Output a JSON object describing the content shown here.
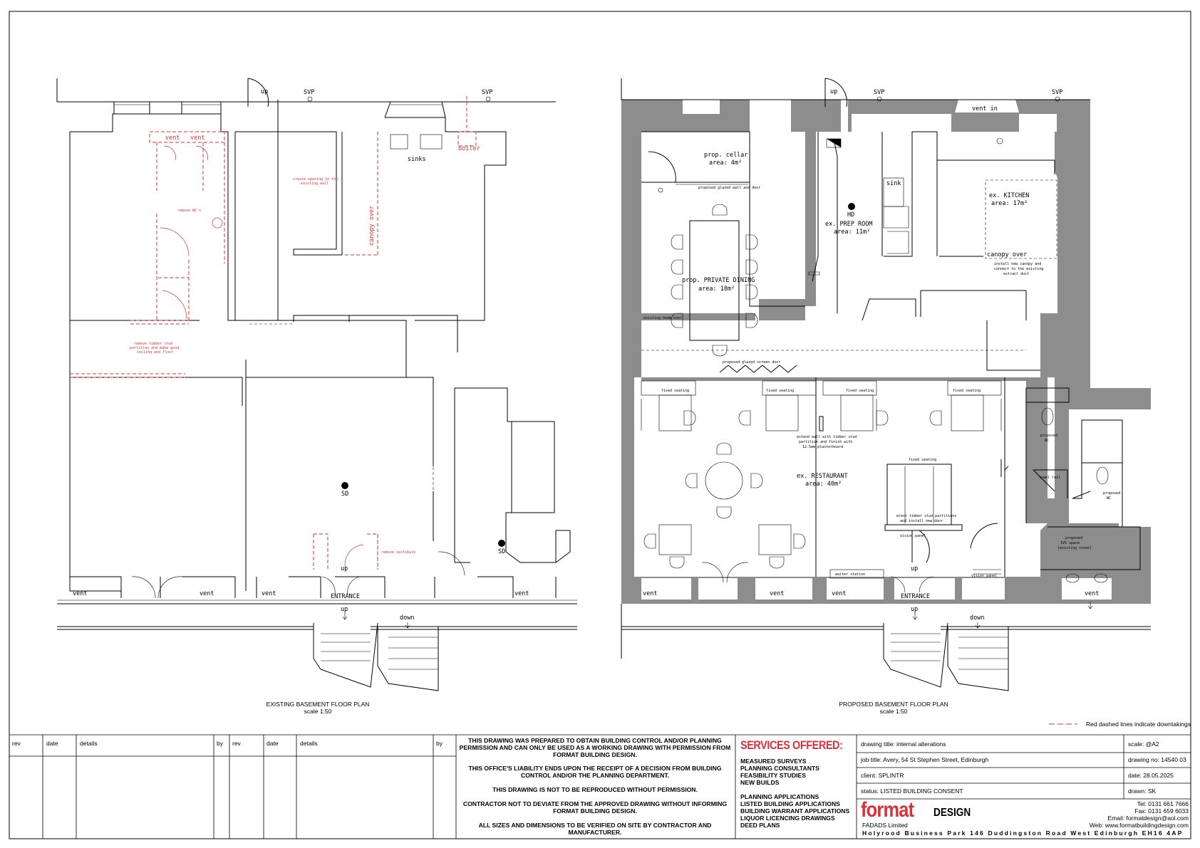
{
  "existing_plan": {
    "title": "EXISTING BASEMENT FLOOR PLAN",
    "scale": "scale 1:50",
    "labels": {
      "up_top": "up",
      "svp1": "SVP",
      "svp2": "SVP",
      "vent1": "vent",
      "vent2": "vent",
      "sinks": "sinks",
      "boiler": "boiler",
      "create_opening": [
        "create opening in the",
        "existing wall"
      ],
      "remove_wcs": "remove WC's",
      "canopy_over": "canopy over",
      "remove_partition": [
        "remove timber stud",
        "partition and make good",
        "ceiling and floor"
      ],
      "sd1": "SD",
      "sd2": "SD",
      "remove_vestibule": "remove vestibule",
      "up_entrance": "up",
      "entrance": "ENTRANCE",
      "vent_b1": "vent",
      "vent_b2": "vent",
      "vent_b3": "vent",
      "vent_b4": "vent",
      "stair_up": "up",
      "stair_down": "down"
    }
  },
  "proposed_plan": {
    "title": "PROPOSED BASEMENT FLOOR PLAN",
    "scale": "scale 1:50",
    "labels": {
      "up_top": "up",
      "svp1": "SVP",
      "svp2": "SVP",
      "vent_in": "vent in",
      "cellar": "prop. cellar",
      "cellar_area": "area: 4m²",
      "glazed_wall": "proposed glazed wall and door",
      "private_dining": "prop. PRIVATE DINING",
      "private_dining_area": "area: 18m²",
      "existing_beam": "existing beam over",
      "hd": "HD",
      "prep_room": "ex. PREP ROOM",
      "prep_room_area": "area: 11m²",
      "sink": "sink",
      "kitchen": "ex. KITCHEN",
      "kitchen_area": "area: 17m²",
      "canopy_over": "canopy over",
      "install_canopy": [
        "install new canopy and",
        "connect to the existing",
        "extract duct"
      ],
      "screen_door": "proposed glazed screen door",
      "fixed_seating_1": "fixed seating",
      "fixed_seating_2": "fixed seating",
      "fixed_seating_3": "fixed seating",
      "fixed_seating_4": "fixed seating",
      "fixed_seating_5": "fixed seating",
      "extend_wall": [
        "extend wall with timber stud",
        "partition and finish with",
        "12.5mm plasterboard"
      ],
      "restaurant": "ex. RESTAURANT",
      "restaurant_area": "area: 40m²",
      "erect_partitions": [
        "erect timber stud partitions",
        "and install new door"
      ],
      "vision_panel_1": "vision panel",
      "vision_panel_2": "vision panel",
      "wc1": [
        "proposed",
        "WC"
      ],
      "wc2": [
        "proposed",
        "WC"
      ],
      "towel": "towel rail",
      "ivs": [
        "proposed",
        "IVS space",
        "(existing stone)"
      ],
      "waiter_station": "waiter station",
      "up_entrance": "up",
      "entrance": "ENTRANCE",
      "vent_b1": "vent",
      "vent_b2": "vent",
      "vent_b3": "vent",
      "vent_b4": "vent",
      "stair_up": "up",
      "stair_down": "down"
    }
  },
  "legend": "Red dashed lines indicate downtakings",
  "revisions": {
    "headers_left": [
      "rev",
      "date",
      "details",
      "by"
    ],
    "headers_right": [
      "rev",
      "date",
      "details",
      "by"
    ]
  },
  "notes": [
    "THIS DRAWING WAS PREPARED TO OBTAIN BUILDING CONTROL AND/OR PLANNING PERMISSION AND CAN ONLY BE USED AS A WORKING DRAWING WITH PERMISSION FROM FORMAT BUILDING DESIGN.",
    "THIS OFFICE'S LIABILITY ENDS UPON THE RECEIPT OF A DECISION FROM BUILDING CONTROL AND/OR THE PLANNING DEPARTMENT.",
    "THIS DRAWING IS NOT TO BE REPRODUCED WITHOUT PERMISSION.",
    "CONTRACTOR NOT TO DEVIATE FROM THE APPROVED DRAWING WITHOUT INFORMING FORMAT BUILDING DESIGN.",
    "ALL SIZES AND DIMENSIONS TO BE VERIFIED ON SITE BY CONTRACTOR AND MANUFACTURER."
  ],
  "services": {
    "heading": "SERVICES OFFERED:",
    "group1": [
      "MEASURED SURVEYS",
      "PLANNING CONSULTANTS",
      "FEASIBILITY STUDIES",
      "NEW BUILDS"
    ],
    "group2": [
      "PLANNING APPLICATIONS",
      "LISTED BUILDING APPLICATIONS",
      "BUILDING WARRANT APPLICATIONS",
      "LIQUOR LICENCING DRAWINGS",
      "DEED PLANS"
    ]
  },
  "title_block": {
    "drawing_title": "drawing title: internal alterations",
    "job_title": "job title: Avery, 54 St Stephen Street, Edinburgh",
    "client": "client: SPLINTR",
    "status": "status: LISTED BUILDING CONSENT",
    "scale": "scale: @A2",
    "drawing_no": "drawing no: 14540 03",
    "date": "date: 28.05.2025",
    "drawn": "drawn: SK"
  },
  "company": {
    "logo_word": "format",
    "logo_design": "DESIGN",
    "subtitle": "FADADS Limited",
    "tel": "Tel: 0131 661 7666",
    "fax": "Fax: 0131 659 6033",
    "email": "Email: formatdesign@aol.com",
    "web": "Web: www.formatbuildingdesign.com",
    "address": "Holyrood Business Park 146 Duddingston Road West Edinburgh EH16 4AP"
  },
  "colors": {
    "downtakings": "#d8323a",
    "wall_fill": "#8d8d8d",
    "accent": "#d8323a"
  }
}
